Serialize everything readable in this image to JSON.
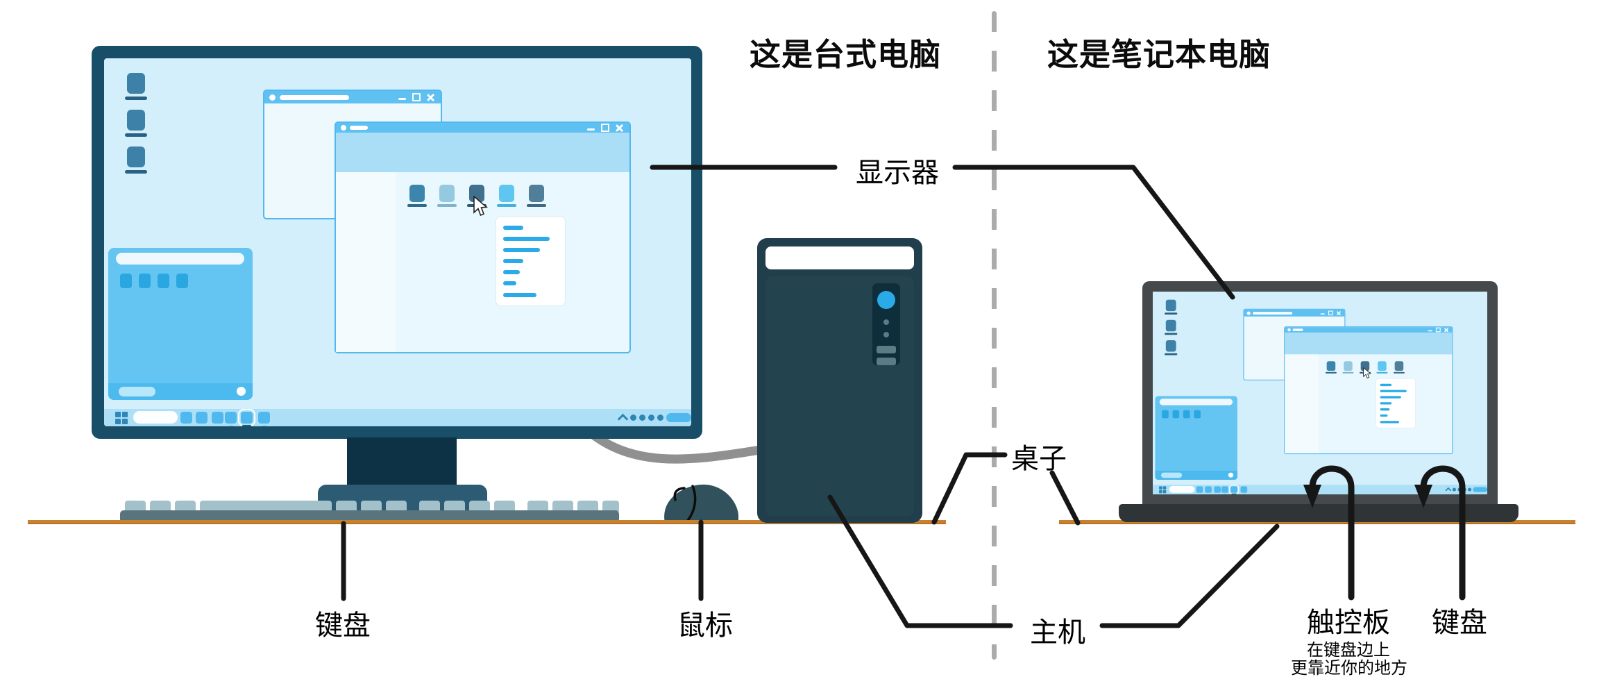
{
  "scene": {
    "left_title": "这是台式电脑",
    "right_title": "这是笔记本电脑"
  },
  "labels": {
    "monitor": "显示器",
    "desk": "桌子",
    "keyboard": "键盘",
    "mouse": "鼠标",
    "tower": "主机",
    "touchpad": "触控板",
    "laptop_keyboard": "键盘",
    "touchpad_note_line1": "在键盘边上",
    "touchpad_note_line2": "更靠近你的地方"
  },
  "colors": {
    "bezel": "#194e68",
    "screen_bg": "#d3effb",
    "window_title": "#5fc0f2",
    "window_banner": "#a9def6",
    "window_body": "#e9f7fe",
    "sidebar": "#f4fbff",
    "panel_blue": "#64c5f3",
    "taskbar": "#ade0f7",
    "icon_steel": "#3e81a8",
    "icon_steel_dark": "#2a6183",
    "bright_blue": "#2aabe8",
    "desk": "#bd742b",
    "tower_body": "#203e4b",
    "tower_panel": "#0e2e3c",
    "laptop_frame": "#45494b",
    "laptop_base": "#2f3436",
    "keyboard_body": "#5a747e",
    "key_color": "#a2c1ca",
    "mouse_body": "#31515d",
    "line_black": "#161616",
    "divider_gray": "#ababab",
    "stand_neck": "#0d3245",
    "stand_base": "#2d5b73"
  }
}
